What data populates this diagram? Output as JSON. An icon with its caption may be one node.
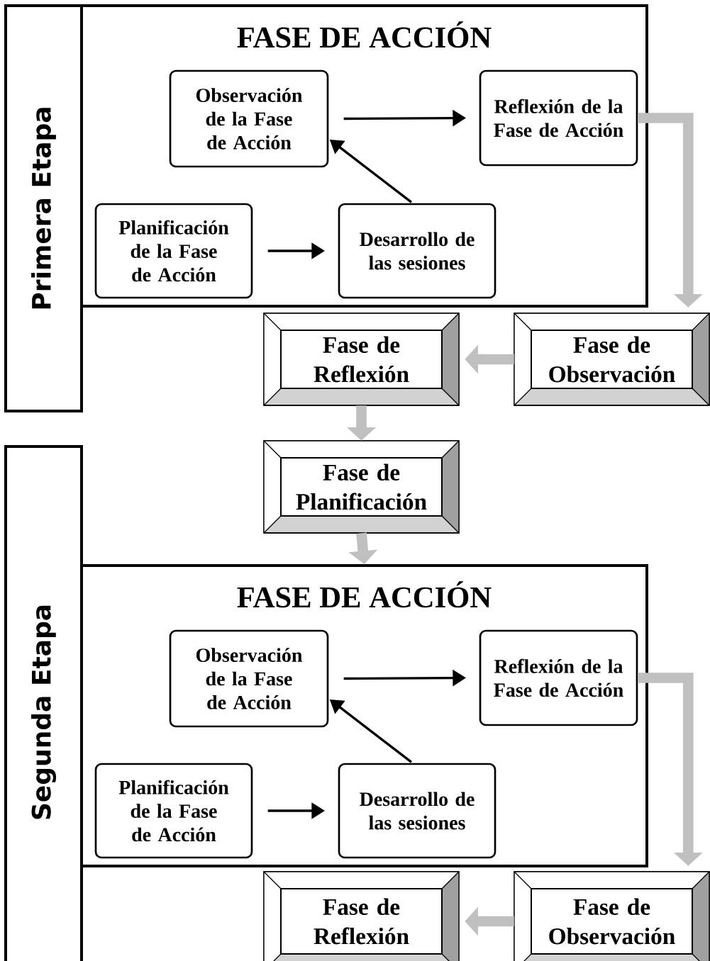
{
  "diagram": {
    "nodes": [
      {
        "text": [
          "Primera Etapa"
        ]
      },
      {
        "text": [
          "FASE DE ACCIÓN"
        ]
      },
      {
        "text": [
          "Observación de la Fase de Acción"
        ],
        "in": 1
      },
      {
        "text": [
          "Reflexión de la Fase de Acción"
        ],
        "in": 1
      },
      {
        "text": [
          "Planificación de la Fase de Acción"
        ],
        "in": 1
      },
      {
        "text": [
          "Desarrollo de las sesiones"
        ],
        "in": 1
      },
      {
        "text": [
          "Fase de Observación"
        ]
      },
      {
        "text": [
          "Fase de Reflexión"
        ]
      },
      {
        "text": [
          "Fase de Planificación"
        ]
      },
      {
        "text": [
          "Segunda Etapa"
        ]
      },
      {
        "text": [
          "FASE DE ACCIÓN"
        ]
      },
      {
        "text": [
          "Observación de la Fase de Acción"
        ],
        "in": 10
      },
      {
        "text": [
          "Reflexión de la Fase de Acción"
        ],
        "in": 10
      },
      {
        "text": [
          "Planificación de la Fase de Acción"
        ],
        "in": 10
      },
      {
        "text": [
          "Desarrollo de las sesiones"
        ],
        "in": 10
      },
      {
        "text": [
          "Fase de Observación"
        ]
      },
      {
        "text": [
          "Fase de Reflexión"
        ]
      }
    ],
    "edges": [
      {
        "from": 4,
        "to": 5,
        "arrow": "to"
      },
      {
        "from": 5,
        "to": 2,
        "arrow": "to"
      },
      {
        "from": 2,
        "to": 3,
        "arrow": "to"
      },
      {
        "from": 3,
        "to": 6,
        "arrow": "to",
        "style": "thick",
        "color": "#c0c0c0"
      },
      {
        "from": 6,
        "to": 7,
        "arrow": "to",
        "style": "thick",
        "color": "#c0c0c0"
      },
      {
        "from": 7,
        "to": 8,
        "arrow": "to",
        "style": "thick",
        "color": "#c0c0c0"
      },
      {
        "from": 8,
        "to": 10,
        "arrow": "to",
        "style": "thick",
        "color": "#c0c0c0"
      },
      {
        "from": 13,
        "to": 14,
        "arrow": "to"
      },
      {
        "from": 14,
        "to": 11,
        "arrow": "to"
      },
      {
        "from": 11,
        "to": 12,
        "arrow": "to"
      },
      {
        "from": 12,
        "to": 15,
        "arrow": "to",
        "style": "thick",
        "color": "#c0c0c0"
      },
      {
        "from": 15,
        "to": 16,
        "arrow": "to",
        "style": "thick",
        "color": "#c0c0c0"
      }
    ]
  }
}
